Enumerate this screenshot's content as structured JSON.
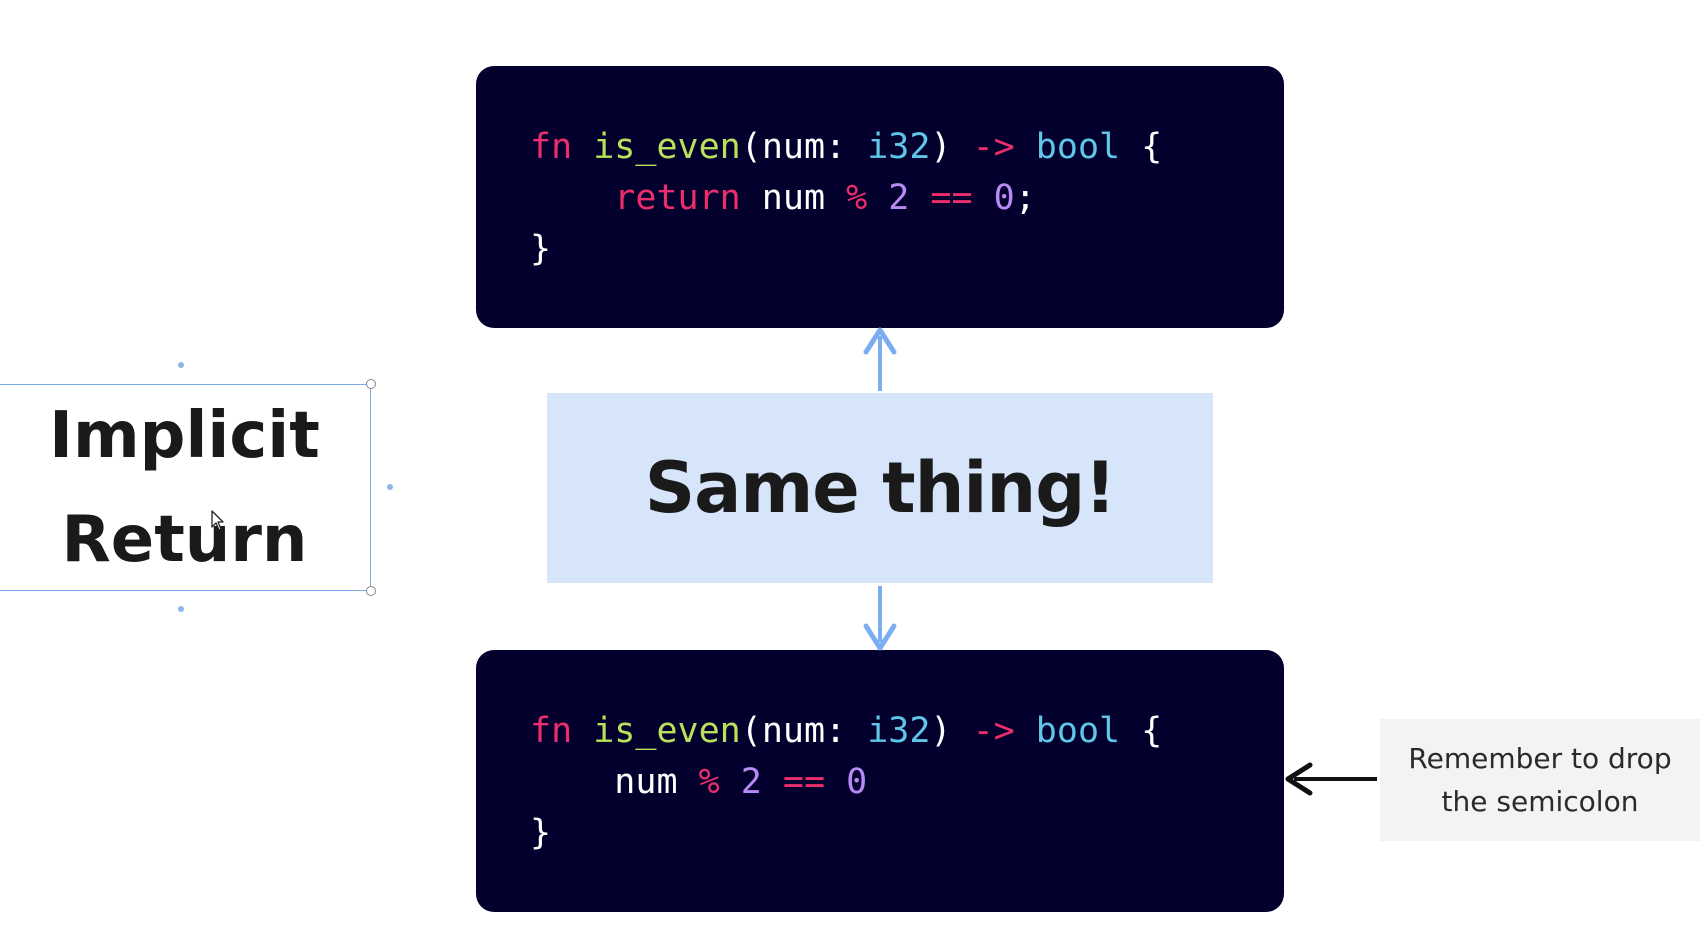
{
  "colors": {
    "code_background": "#04002e",
    "keyword": "#ec2d6b",
    "function_name": "#b9e25a",
    "type": "#5ec6e6",
    "number": "#b78af5",
    "plain": "#ffffff",
    "same_box_fill": "#d7e5fb",
    "blue_arrow": "#7aaef0",
    "black_arrow": "#111111",
    "selection_border": "#7aa7e8",
    "note_fill": "#f3f3f3"
  },
  "code_top": {
    "line1": {
      "kw_fn": "fn",
      "fn_name": "is_even",
      "paren_open": "(num: ",
      "type_i32": "i32",
      "paren_close": ") ",
      "arrow": "->",
      "type_bool": "bool",
      "brace": " {"
    },
    "line2": {
      "indent": "    ",
      "kw_return": "return",
      "num": " num ",
      "op_mod": "%",
      "two": "2",
      "op_eq": "==",
      "zero": "0",
      "semi": ";"
    },
    "line3": "}"
  },
  "code_bottom": {
    "line1": {
      "kw_fn": "fn",
      "fn_name": "is_even",
      "paren_open": "(num: ",
      "type_i32": "i32",
      "paren_close": ") ",
      "arrow": "->",
      "type_bool": "bool",
      "brace": " {"
    },
    "line2": {
      "indent": "    ",
      "num": "num ",
      "op_mod": "%",
      "two": "2",
      "op_eq": "==",
      "zero": "0"
    },
    "line3": "}"
  },
  "same_box": {
    "label": "Same thing!"
  },
  "implicit_box": {
    "line1": "Implicit",
    "line2": "Return"
  },
  "note": {
    "line1": "Remember to drop",
    "line2": "the semicolon"
  },
  "icons": {
    "arrow_up": "arrow-up-icon",
    "arrow_down": "arrow-down-icon",
    "arrow_left": "arrow-left-icon",
    "cursor": "cursor-icon"
  }
}
